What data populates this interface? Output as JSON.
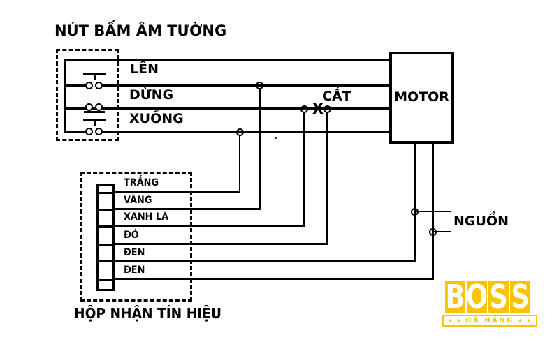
{
  "colors": {
    "line": "#000000",
    "background": "#ffffff",
    "logo_yellow": "#f8c300",
    "logo_letter": "#ffffff"
  },
  "wall_switch_box": {
    "title": "NÚT BẤM ÂM TƯỜNG",
    "buttons": [
      {
        "label": "LÊN",
        "type": "normally-open push button"
      },
      {
        "label": "DỪNG",
        "type": "normally-closed push button"
      },
      {
        "label": "XUỐNG",
        "type": "normally-open push button"
      }
    ]
  },
  "cut_point": {
    "label": "CẮT",
    "mark": "X"
  },
  "motor": {
    "label": "MOTOR"
  },
  "power": {
    "label": "NGUỒN"
  },
  "receiver_box": {
    "caption": "HỘP NHẬN TÍN HIỆU",
    "wires": [
      {
        "label": "TRẮNG"
      },
      {
        "label": "VÀNG"
      },
      {
        "label": "XANH LÁ"
      },
      {
        "label": "ĐỎ"
      },
      {
        "label": "ĐEN"
      },
      {
        "label": "ĐEN"
      }
    ]
  },
  "logo": {
    "letters": [
      "B",
      "O",
      "S",
      "S"
    ],
    "subtitle": "ĐÀ NẴNG",
    "stars_left": "★ ★",
    "stars_right": "★ ★"
  }
}
